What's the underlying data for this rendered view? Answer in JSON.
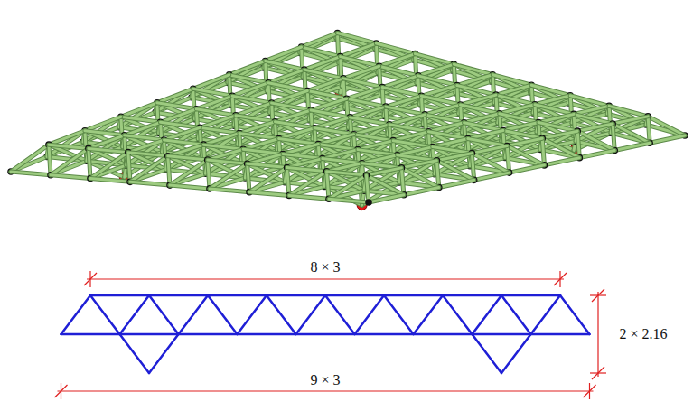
{
  "diagram": {
    "labels": [
      "8 × 3",
      "9 × 3",
      "2 × 2.16"
    ]
  }
}
